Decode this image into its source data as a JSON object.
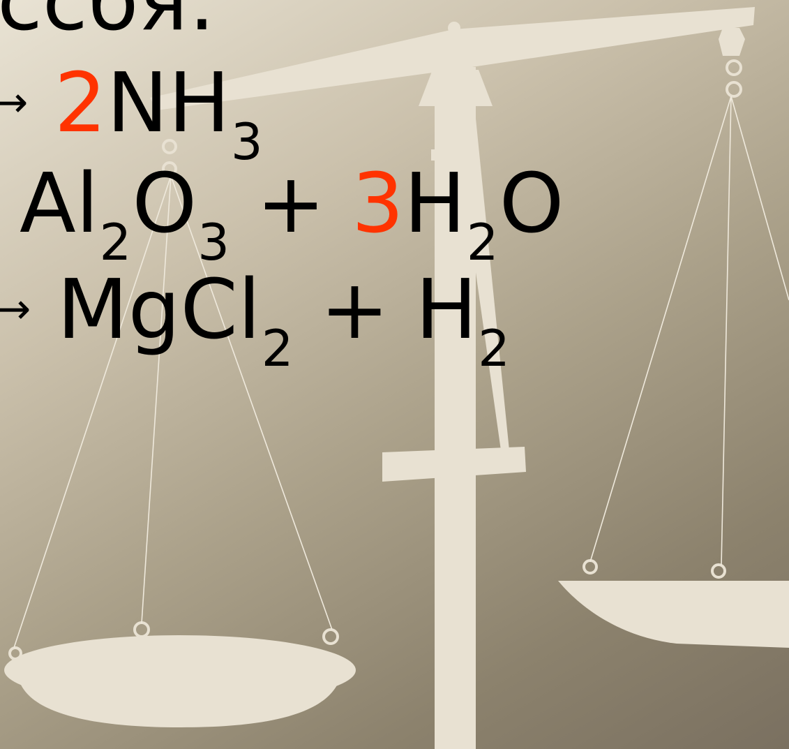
{
  "slide": {
    "title_fragment": "ссбя:",
    "equations": [
      {
        "arrow": "→",
        "coef1": "2",
        "formula1": "NH",
        "sub1": "3"
      },
      {
        "formula_a": "Al",
        "sub_a": "2",
        "formula_b": "O",
        "sub_b": "3",
        "plus": "+",
        "coef": "3",
        "formula_c": "H",
        "sub_c": "2",
        "formula_d": "O"
      },
      {
        "arrow": "→",
        "formula_a": "MgCl",
        "sub_a": "2",
        "plus": "+",
        "formula_b": "H",
        "sub_b": "2"
      }
    ]
  },
  "colors": {
    "text": "#000000",
    "coefficient": "#ff3300",
    "scale": "#e8e1d2"
  }
}
